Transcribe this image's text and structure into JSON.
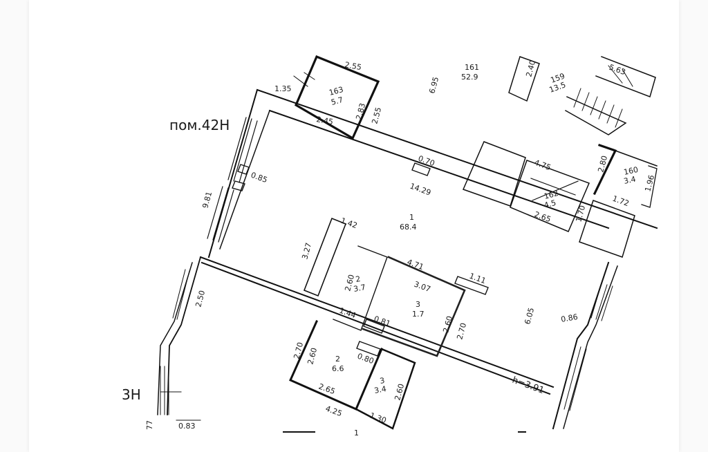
{
  "plan": {
    "apartment_label": "пом.42Н",
    "section_label": "3Н",
    "height_note": "h=3.91",
    "rooms": [
      {
        "number": "1",
        "area": "68.4"
      },
      {
        "number": "2",
        "area": "3.7"
      },
      {
        "number": "3",
        "area": "1.7"
      },
      {
        "number": "2",
        "area": "6.6"
      },
      {
        "number": "3",
        "area": "3.4"
      },
      {
        "number": "161",
        "area": "52.9"
      },
      {
        "number": "163",
        "area": "5.7"
      },
      {
        "number": "162",
        "area": "4.5"
      },
      {
        "number": "160",
        "area": "3.4"
      },
      {
        "number": "159",
        "area": "13.5"
      }
    ],
    "dimensions": [
      "2.55",
      "1.35",
      "2.45",
      "2.83",
      "2.55",
      "6.95",
      "2.40",
      "5.63",
      "0.85",
      "9.81",
      "0.70",
      "14.29",
      "4.75",
      "2.80",
      "1.96",
      "1.72",
      "2.65",
      "1.70",
      "1.42",
      "3.27",
      "4.71",
      "1.11",
      "2.60",
      "3.07",
      "1.44",
      "0.81",
      "2.60",
      "2.70",
      "6.05",
      "0.86",
      "2.50",
      "2.70",
      "2.60",
      "0.80",
      "2.65",
      "2.60",
      "4.25",
      "1.30",
      "0.83",
      "77",
      "1"
    ]
  }
}
